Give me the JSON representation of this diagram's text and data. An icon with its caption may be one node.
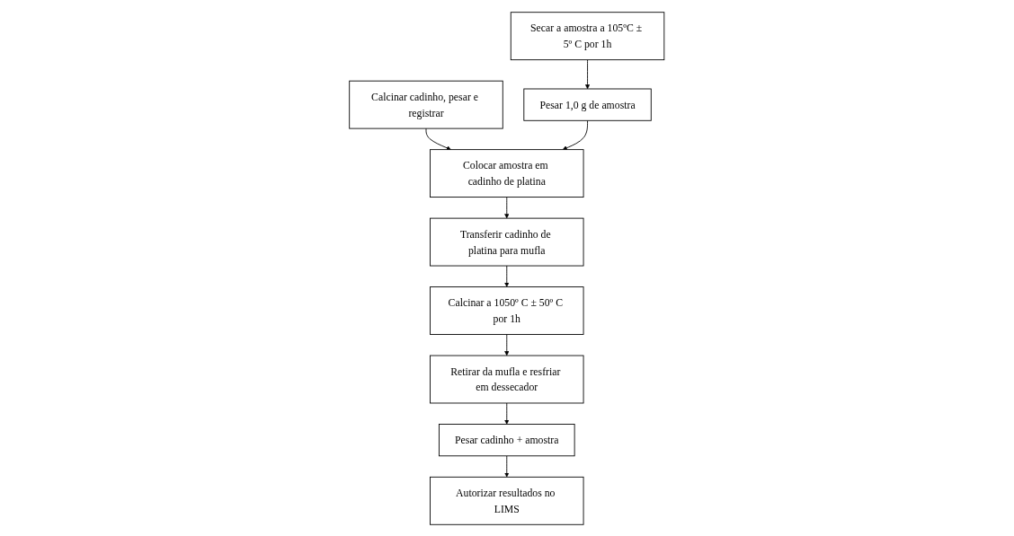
{
  "diagram": {
    "nodes": [
      {
        "text": [
          "Secar a amostra a 105ºC ± 5º C por 1h"
        ]
      },
      {
        "text": [
          "Calcinar cadinho, pesar e registrar"
        ]
      },
      {
        "text": [
          "Pesar 1,0 g de amostra"
        ]
      },
      {
        "text": [
          "Colocar amostra em cadinho de platina"
        ]
      },
      {
        "text": [
          "Transferir cadinho de platina para mufla"
        ]
      },
      {
        "text": [
          "Pesar cadinho + amostra"
        ]
      },
      {
        "text": [
          "Retirar da mufla e resfriar em dessecador"
        ]
      },
      {
        "text": [
          "Calcinar a 1050º C ± 50º C por 1h"
        ]
      },
      {
        "text": [
          "Autorizar resultados no LIMS"
        ]
      }
    ],
    "edges": [
      {
        "from": 0,
        "to": 2,
        "arrow": "to"
      },
      {
        "from": 1,
        "to": 3,
        "arrow": "to"
      },
      {
        "from": 2,
        "to": 3,
        "arrow": "to"
      },
      {
        "from": 3,
        "to": 4,
        "arrow": "to"
      },
      {
        "from": 4,
        "to": 7,
        "arrow": "to"
      },
      {
        "from": 7,
        "to": 6,
        "arrow": "to"
      },
      {
        "from": 6,
        "to": 5,
        "arrow": "to"
      },
      {
        "from": 5,
        "to": 8,
        "arrow": "to"
      }
    ]
  }
}
